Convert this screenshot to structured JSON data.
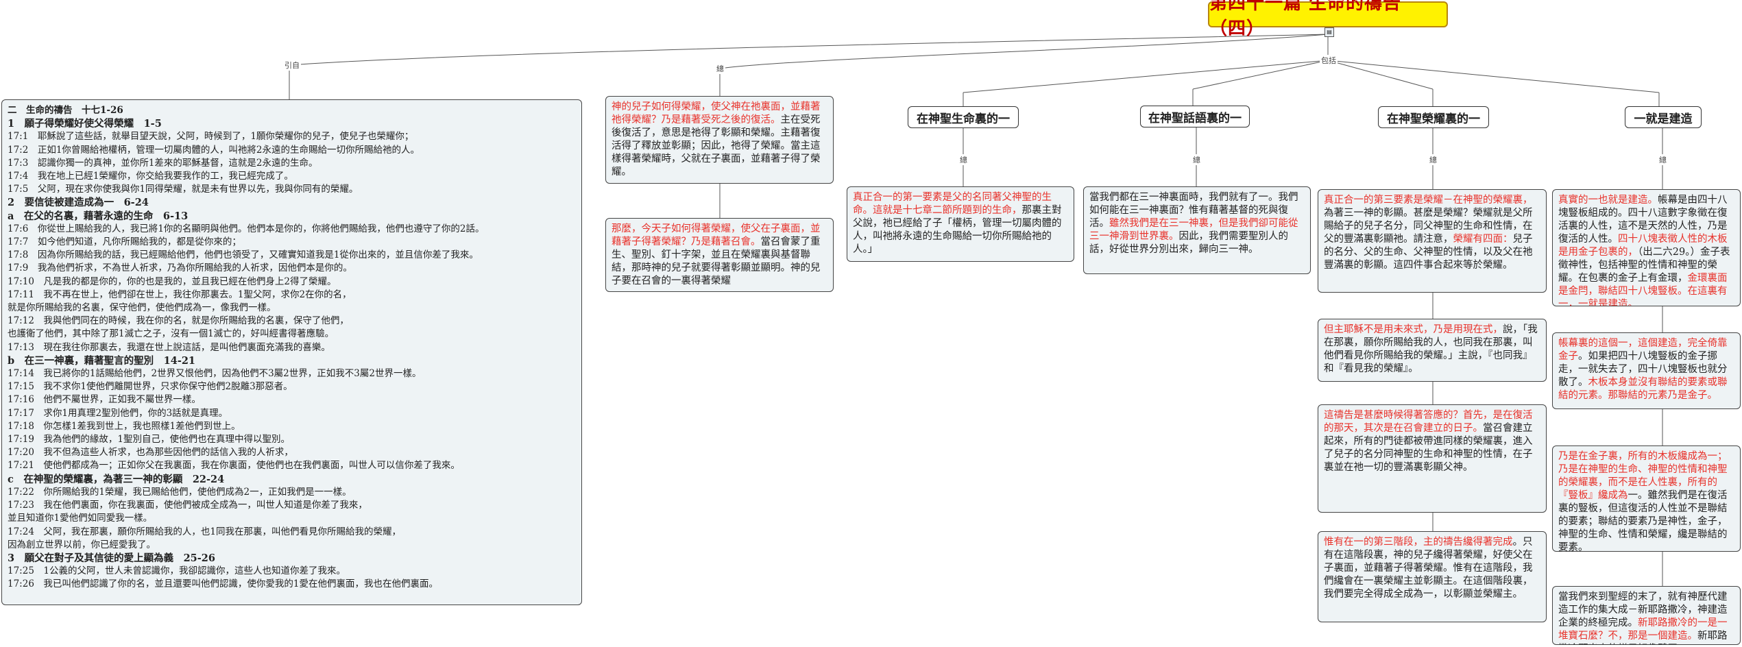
{
  "root": {
    "title": "第四十一篇 生命的禱告（四）",
    "marker": "▤"
  },
  "edges": {
    "intro": "引自",
    "sum": "總",
    "contains": "包括"
  },
  "branches": [
    {
      "title": "在神聖生命裏的一"
    },
    {
      "title": "在神聖話語裏的一"
    },
    {
      "title": "在神聖榮耀裏的一"
    },
    {
      "title": "一就是建造"
    }
  ],
  "scripture": {
    "lines": [
      {
        "cls": "t",
        "text": "二　生命的禱告　十七1-26"
      },
      {
        "cls": "sec",
        "text": "1　願子得榮耀好使父得榮耀　1-5"
      },
      {
        "cls": "",
        "text": "17:1　耶穌說了這些話，就舉目望天說，父阿，時候到了，1願你榮耀你的兒子，使兒子也榮耀你；"
      },
      {
        "cls": "",
        "text": "17:2　正如1你曾賜給祂權柄，管理一切屬肉體的人，叫祂將2永遠的生命賜給一切你所賜給祂的人。"
      },
      {
        "cls": "",
        "text": "17:3　認識你獨一的真神，並你所1差來的耶穌基督，這就是2永遠的生命。"
      },
      {
        "cls": "",
        "text": "17:4　我在地上已經1榮耀你，你交給我要我作的工，我已經完成了。"
      },
      {
        "cls": "",
        "text": "17:5　父阿，現在求你使我與你1同得榮耀，就是未有世界以先，我與你同有的榮耀。"
      },
      {
        "cls": "sec",
        "text": "2　要信徒被建造成為一　6-24"
      },
      {
        "cls": "sec",
        "text": "a　在父的名裏，藉著永遠的生命　6-13"
      },
      {
        "cls": "",
        "text": "17:6　你從世上賜給我的人，我已將1你的名顯明與他們。他們本是你的，你將他們賜給我，他們也遵守了你的2話。"
      },
      {
        "cls": "",
        "text": "17:7　如今他們知道，凡你所賜給我的，都是從你來的；"
      },
      {
        "cls": "",
        "text": "17:8　因為你所賜給我的話，我已經賜給他們，他們也領受了，又確實知道我是1從你出來的，並且信你差了我來。"
      },
      {
        "cls": "",
        "text": "17:9　我為他們祈求，不為世人祈求，乃為你所賜給我的人祈求，因他們本是你的。"
      },
      {
        "cls": "",
        "text": "17:10　凡是我的都是你的，你的也是我的，並且我已經在他們身上2得了榮耀。"
      },
      {
        "cls": "",
        "text": "17:11　我不再在世上，他們卻在世上，我往你那裏去。1聖父阿，求你2在你的名，"
      },
      {
        "cls": "",
        "text": "就是你所賜給我的名裏，保守他們，使他們成為一，像我們一樣。"
      },
      {
        "cls": "",
        "text": "17:12　我與他們同在的時候，我在你的名，就是你所賜給我的名裏，保守了他們，"
      },
      {
        "cls": "",
        "text": "也護衛了他們，其中除了那1滅亡之子，沒有一個1滅亡的，好叫經書得著應驗。"
      },
      {
        "cls": "",
        "text": "17:13　現在我往你那裏去，我還在世上說這話，是叫他們裏面充滿我的喜樂。"
      },
      {
        "cls": "sec",
        "text": "b　在三一神裏，藉著聖言的聖別　14-21"
      },
      {
        "cls": "",
        "text": "17:14　我已將你的1話賜給他們，2世界又恨他們，因為他們不3屬2世界，正如我不3屬2世界一樣。"
      },
      {
        "cls": "",
        "text": "17:15　我不求你1使他們離開世界，只求你保守他們2脫離3那惡者。"
      },
      {
        "cls": "",
        "text": "17:16　他們不屬世界，正如我不屬世界一樣。"
      },
      {
        "cls": "",
        "text": "17:17　求你1用真理2聖別他們，你的3話就是真理。"
      },
      {
        "cls": "",
        "text": "17:18　你怎樣1差我到世上，我也照樣1差他們到世上。"
      },
      {
        "cls": "",
        "text": "17:19　我為他們的緣故，1聖別自己，使他們也在真理中得以聖別。"
      },
      {
        "cls": "",
        "text": "17:20　我不但為這些人祈求，也為那些因他們的話信入我的人祈求，"
      },
      {
        "cls": "",
        "text": "17:21　使他們都成為一；正如你父在我裏面，我在你裏面，使他們也在我們裏面，叫世人可以信你差了我來。"
      },
      {
        "cls": "sec",
        "text": "c　在神聖的榮耀裏，為著三一神的彰顯　22-24"
      },
      {
        "cls": "",
        "text": "17:22　你所賜給我的1榮耀，我已賜給他們，使他們成為2一，正如我們是一一樣。"
      },
      {
        "cls": "",
        "text": "17:23　我在他們裏面，你在我裏面，使他們被成全成為一，叫世人知道是你差了我來，"
      },
      {
        "cls": "",
        "text": "並且知道你1愛他們如同愛我一樣。"
      },
      {
        "cls": "",
        "text": "17:24　父阿，我在那裏，願你所賜給我的人，也1同我在那裏，叫他們看見你所賜給我的榮耀，"
      },
      {
        "cls": "",
        "text": "因為創立世界以前，你已經愛我了。"
      },
      {
        "cls": "sec",
        "text": "3　願父在對子及其信徒的愛上顯為義　25-26"
      },
      {
        "cls": "",
        "text": "17:25　1公義的父阿，世人未曾認識你，我卻認識你，這些人也知道你差了我來。"
      },
      {
        "cls": "",
        "text": "17:26　我已叫他們認識了你的名，並且還要叫他們認識，使你愛我的1愛在他們裏面，我也在他們裏面。"
      }
    ]
  },
  "summary": [
    {
      "parts": [
        {
          "red": true,
          "text": "神的兒子如何得榮耀，使父神在祂裏面，並藉著祂得榮耀？乃是藉著受死之後的復活。"
        },
        {
          "red": false,
          "text": "主在受死後復活了，意思是祂得了彰顯和榮耀。主藉著復活得了釋放並彰顯；因此，祂得了榮耀。當主這樣得著榮耀時，父就在子裏面，並藉著子得了榮耀。"
        }
      ]
    },
    {
      "parts": [
        {
          "red": true,
          "text": "那麼，今天子如何得著榮耀，使父在子裏面，並藉著子得著榮耀？乃是藉著召會。"
        },
        {
          "red": false,
          "text": "當召會蒙了重生、聖別、釘十字架，並且在榮耀裏與基督聯結，那時神的兒子就要得著彰顯並顯明。神的兒子要在召會的一裏得著榮耀"
        }
      ]
    }
  ],
  "branch_notes": {
    "life": [
      {
        "parts": [
          {
            "red": true,
            "text": "真正合一的第一要素是父的名同著父神聖的生命。這就是十七章二節所題到的生命，"
          },
          {
            "red": false,
            "text": "那裏主對父說，祂已經給了子「權柄，管理一切屬肉體的人，叫祂將永遠的生命賜給一切你所賜給祂的人。」"
          }
        ]
      }
    ],
    "word": [
      {
        "parts": [
          {
            "red": false,
            "text": "當我們都在三一神裏面時，我們就有了一。我們如何能在三一神裏面？惟有藉著基督的死與復活。"
          },
          {
            "red": true,
            "text": "雖然我們是在三一神裏，但是我們卻可能從三一神滑到世界裏。"
          },
          {
            "red": false,
            "text": "因此，我們需要聖別人的話，好從世界分別出來，歸向三一神。"
          }
        ]
      }
    ],
    "glory": [
      {
        "parts": [
          {
            "red": true,
            "text": "真正合一的第三要素是榮耀－在神聖的榮耀裏，"
          },
          {
            "red": false,
            "text": "為著三一神的彰顯。甚麼是榮耀？榮耀就是父所賜給子的兒子名分，同父神聖的生命和性情，在父的豐滿裏彰顯祂。請注意，"
          },
          {
            "red": true,
            "text": "榮耀有四面："
          },
          {
            "red": false,
            "text": "兒子的名分、父的生命、父神聖的性情，以及父在祂豐滿裏的彰顯。這四件事合起來等於榮耀。"
          }
        ]
      },
      {
        "parts": [
          {
            "red": true,
            "text": "但主耶穌不是用未來式，乃是用現在式，"
          },
          {
            "red": false,
            "text": "說，「我在那裏，願你所賜給我的人，也同我在那裏，叫他們看見你所賜給我的榮耀。」主說，『也同我』和『看見我的榮耀』。"
          }
        ]
      },
      {
        "parts": [
          {
            "red": true,
            "text": "這禱告是甚麼時候得著答應的？首先，是在復活的那天，其次是在召會建立的日子。"
          },
          {
            "red": false,
            "text": "當召會建立起來，所有的門徒都被帶進同樣的榮耀裏，進入了兒子的名分同神聖的生命和神聖的性情，在子裏並在祂一切的豐滿裏彰顯父神。"
          }
        ]
      },
      {
        "parts": [
          {
            "red": true,
            "text": "惟有在一的第三階段，主的禱告纔得著完成"
          },
          {
            "red": false,
            "text": "。只有在這階段裏，神的兒子纔得著榮耀，好使父在子裏面，並藉著子得著榮耀。惟有在這階段，我們纔會在一裏榮耀主並彰顯主。在這個階段裏，我們要完全得成全成為一，以彰顯並榮耀主。"
          }
        ]
      }
    ],
    "building": [
      {
        "parts": [
          {
            "red": true,
            "text": "真實的一也就是建造。"
          },
          {
            "red": false,
            "text": "帳幕是由四十八塊豎板組成的。四十八這數字象徵在復活裏的人性，這不是天然的人性，乃是復活的人性。"
          },
          {
            "red": true,
            "text": "四十八塊表徵人性的木板是用金子包裹的，"
          },
          {
            "red": false,
            "text": "（出二六29。）金子表徵神性，包括神聖的性情和神聖的榮耀。在包裹的金子上有金環，"
          },
          {
            "red": true,
            "text": "金環裏面是金閂，聯結四十八塊豎板。在這裏有一，一就是建造。"
          }
        ]
      },
      {
        "parts": [
          {
            "red": true,
            "text": "帳幕裏的這個一，這個建造，完全倚靠金子"
          },
          {
            "red": false,
            "text": "。如果把四十八塊豎板的金子挪走，一就失去了，四十八塊豎板也就分散了。"
          },
          {
            "red": true,
            "text": "木板本身並沒有聯結的要素或聯結的元素。那聯結的元素乃是金子。"
          }
        ]
      },
      {
        "parts": [
          {
            "red": true,
            "text": "乃是在金子裏，所有的木板纔成為一；乃是在神聖的生命、神聖的性情和神聖的榮耀裏，而不是在人性裏，所有的『豎板』纔成為"
          },
          {
            "red": false,
            "text": "一。雖然我們是在復活裏的豎板，但這復活的人性並不是聯結的要素；聯結的要素乃是神性，金子，神聖的生命、性情和榮耀，纔是聯結的要素。"
          }
        ]
      },
      {
        "parts": [
          {
            "red": false,
            "text": "當我們來到聖經的末了，就有神歷代建造工作的集大成－新耶路撒冷，神建造企業的終極完成。"
          },
          {
            "red": true,
            "text": "新耶路撒冷的一是一堆寶石麼？不，那是一個建造。"
          },
          {
            "red": false,
            "text": "新耶路撒冷顯出來的樣子好像碧玉。"
          }
        ]
      }
    ]
  }
}
